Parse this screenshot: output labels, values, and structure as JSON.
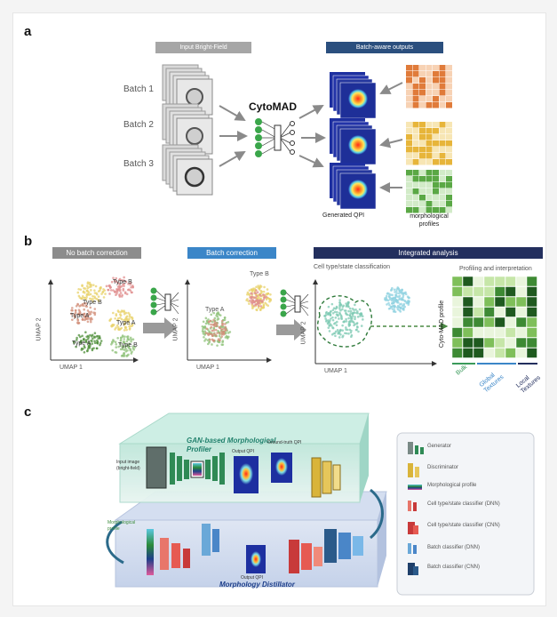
{
  "colors": {
    "panel_a_header_gray": "#a6a6a6",
    "panel_a_header_blue": "#2b4f7e",
    "no_correction_gray": "#8c8c8c",
    "batch_correction_blue": "#3b86c8",
    "integrated_navy": "#232f5e",
    "orange": "#e07b3a",
    "yellow": "#e7b53a",
    "green": "#5aa845",
    "teal": "#7dc9b3"
  },
  "panel_a": {
    "label": "a",
    "input_header": "Input Bright-Field",
    "output_header": "Batch-aware outputs",
    "batches": [
      "Batch 1",
      "Batch 2",
      "Batch 3"
    ],
    "model_name": "CytoMAD",
    "generated_qpi_label": "Generated QPI",
    "morph_profiles_label": "morphological profiles"
  },
  "panel_b": {
    "label": "b",
    "no_correction_header": "No batch correction",
    "batch_correction_header": "Batch correction",
    "integrated_header": "Integrated analysis",
    "clusters_left": [
      "Type B",
      "Type B",
      "Type A",
      "Type A",
      "Type A",
      "Type B"
    ],
    "clusters_mid": [
      "Type B",
      "Type A"
    ],
    "axis_umap1": "UMAP 1",
    "axis_umap2": "UMAP 2",
    "classification_label": "Cell type/state classification",
    "profiling_label": "Profiling and interpretation",
    "cytomad_profile_label": "Cyto-MAD profile",
    "texture_labels": [
      "Bulk",
      "Global Textures",
      "Local Textures"
    ]
  },
  "panel_c": {
    "label": "c",
    "top_title": "GAN-based Morphological Profiler",
    "bottom_title": "Morphology Distillator",
    "input_image_label": "Input image (bright-field)",
    "output_qpi_label": "Output QPI",
    "ground_truth_label": "Ground-truth QPI",
    "morph_profile_label": "Morphological profile",
    "bottom_output_label": "Output QPI",
    "legend": [
      {
        "icon": "generator",
        "label": "Generator"
      },
      {
        "icon": "discriminator",
        "label": "Discriminator"
      },
      {
        "icon": "profile",
        "label": "Morphological profile"
      },
      {
        "icon": "dnn-red",
        "label": "Cell type/state classifier (DNN)"
      },
      {
        "icon": "cnn-red",
        "label": "Cell type/state classifier (CNN)"
      },
      {
        "icon": "dnn-blue",
        "label": "Batch classifier (DNN)"
      },
      {
        "icon": "cnn-navy",
        "label": "Batch classifier (CNN)"
      }
    ]
  }
}
